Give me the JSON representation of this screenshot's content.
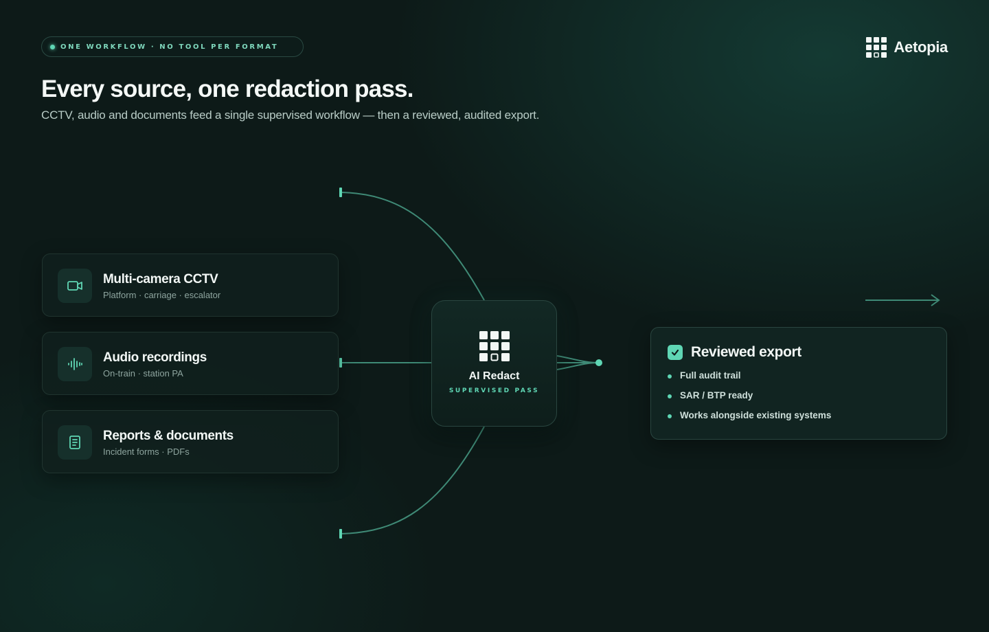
{
  "header": {
    "badge": "ONE WORKFLOW · NO TOOL PER FORMAT",
    "brand": "Aetopia",
    "title": "Every source, one redaction pass.",
    "subtitle": "CCTV, audio and documents feed a single supervised workflow — then a reviewed, audited export."
  },
  "sources": [
    {
      "title": "Multi-camera CCTV",
      "detail": "Platform · carriage · escalator",
      "icon": "video-camera-icon"
    },
    {
      "title": "Audio recordings",
      "detail": "On-train · station PA",
      "icon": "audio-waveform-icon"
    },
    {
      "title": "Reports & documents",
      "detail": "Incident forms · PDFs",
      "icon": "document-icon"
    }
  ],
  "center": {
    "title": "AI Redact",
    "subtitle": "SUPERVISED PASS"
  },
  "output": {
    "title": "Reviewed export",
    "items": [
      "Full audit trail",
      "SAR / BTP ready",
      "Works alongside existing systems"
    ]
  },
  "colors": {
    "accent": "#5fd6b4",
    "background": "#0d1a18",
    "card": "#10201d",
    "line": "#3f8a76"
  }
}
